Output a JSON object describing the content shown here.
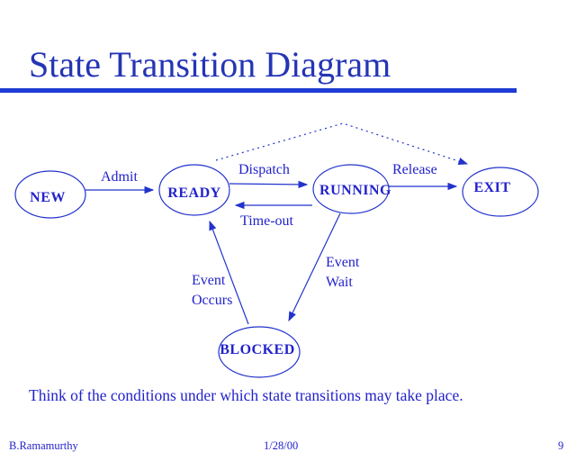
{
  "slide": {
    "title": "State Transition Diagram",
    "note": "Think of the conditions under which state transitions may take place.",
    "footer": {
      "author": "B.Ramamurthy",
      "date": "1/28/00",
      "page": "9"
    }
  },
  "colors": {
    "background": "#ffffff",
    "accent_blue": "#2222cc",
    "rule_blue": "#1f3cd6",
    "title_blue": "#2535b5"
  },
  "diagram": {
    "states": [
      {
        "label": "NEW"
      },
      {
        "label": "READY"
      },
      {
        "label": "RUNNING"
      },
      {
        "label": "EXIT"
      },
      {
        "label": "BLOCKED"
      }
    ],
    "transitions": [
      {
        "label": "Admit",
        "from": "NEW",
        "to": "READY",
        "style": "solid"
      },
      {
        "label": "Dispatch",
        "from": "READY",
        "to": "RUNNING",
        "style": "solid"
      },
      {
        "label": "Release",
        "from": "RUNNING",
        "to": "EXIT",
        "style": "solid"
      },
      {
        "label": "Time-out",
        "from": "RUNNING",
        "to": "READY",
        "style": "solid"
      },
      {
        "label": "Event\nWait",
        "from": "RUNNING",
        "to": "BLOCKED",
        "style": "solid"
      },
      {
        "label": "Event\nOccurs",
        "from": "BLOCKED",
        "to": "READY",
        "style": "solid"
      },
      {
        "label": "",
        "from": "READY",
        "to": "EXIT",
        "style": "dashed"
      }
    ]
  }
}
